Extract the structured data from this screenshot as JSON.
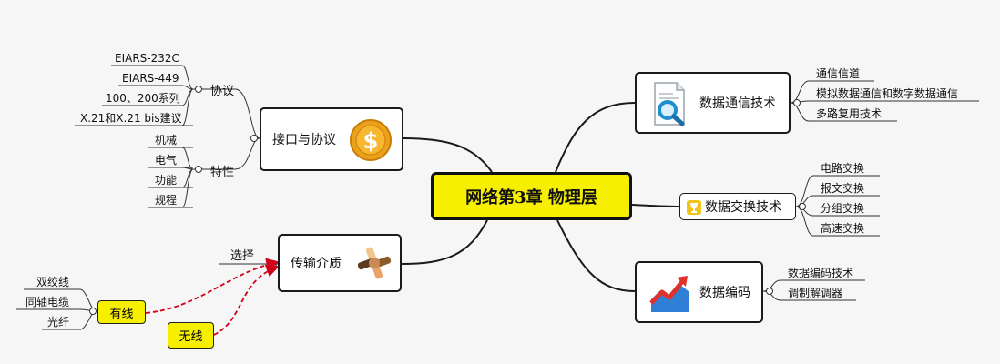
{
  "center": "网络第3章 物理层",
  "left": {
    "interface": {
      "title": "接口与协议",
      "protocol": {
        "label": "协议",
        "items": [
          "EIARS-232C",
          "EIARS-449",
          "100、200系列",
          "X.21和X.21 bis建议"
        ]
      },
      "features": {
        "label": "特性",
        "items": [
          "机械",
          "电气",
          "功能",
          "规程"
        ]
      }
    },
    "medium": {
      "title": "传输介质",
      "choose": "选择",
      "wired": {
        "label": "有线",
        "items": [
          "双绞线",
          "同轴电缆",
          "光纤"
        ]
      },
      "wireless": {
        "label": "无线"
      }
    }
  },
  "right": {
    "comm": {
      "title": "数据通信技术",
      "items": [
        "通信信道",
        "模拟数据通信和数字数据通信",
        "多路复用技术"
      ]
    },
    "switch": {
      "title": "数据交换技术",
      "items": [
        "电路交换",
        "报文交换",
        "分组交换",
        "高速交换"
      ]
    },
    "encode": {
      "title": "数据编码",
      "items": [
        "数据编码技术",
        "调制解调器"
      ]
    }
  },
  "icons": {
    "interface": "dollar-coin-icon",
    "medium": "joined-hands-icon",
    "comm": "document-magnifier-icon",
    "switch": "trophy-icon",
    "encode": "growth-chart-icon"
  },
  "colors": {
    "center_fill": "#f6ef00",
    "leaf_fill": "#f6ef00",
    "dashed_link": "#d0021b",
    "line": "#1a1a1a"
  }
}
